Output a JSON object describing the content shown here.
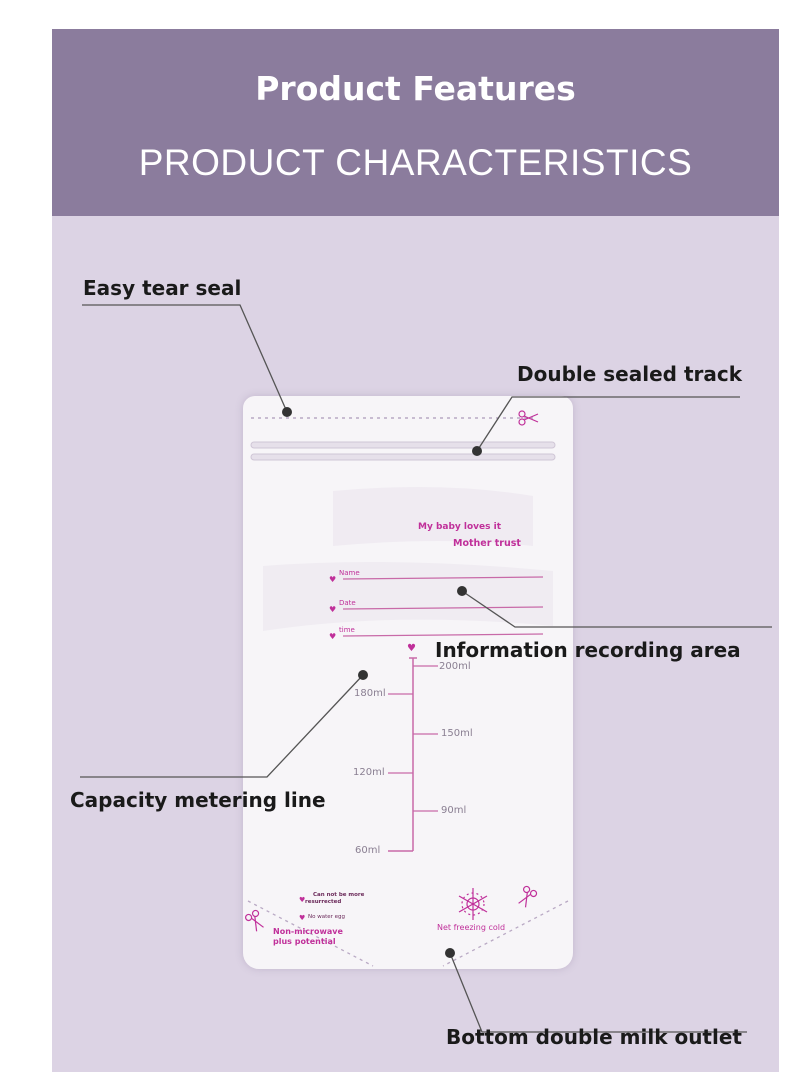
{
  "header": {
    "title": "Product Features",
    "subtitle": "PRODUCT CHARACTERISTICS"
  },
  "callouts": {
    "easy_tear_seal": "Easy tear seal",
    "double_sealed_track": "Double sealed track",
    "information_recording_area": "Information recording area",
    "capacity_metering_line": "Capacity metering line",
    "bottom_double_milk_outlet": "Bottom double milk outlet"
  },
  "bag": {
    "slogan_1": "My baby loves it",
    "slogan_2": "Mother trust",
    "field_name": "Name",
    "field_date": "Date",
    "field_time": "time",
    "scale": {
      "m200": "200ml",
      "m180": "180ml",
      "m150": "150ml",
      "m120": "120ml",
      "m90": "90ml",
      "m60": "60ml"
    },
    "note_1_line1": "Can not be more",
    "note_1_line2": "resurrected",
    "note_2": "No water egg",
    "note_3_line1": "Non-microwave",
    "note_3_line2": "plus potential",
    "freeze_label": "Net freezing cold"
  },
  "colors": {
    "header_bg": "#8b7c9d",
    "panel_bg": "#dcd3e4",
    "accent_pink": "#c0309a",
    "scale_line": "#c86aa8"
  }
}
